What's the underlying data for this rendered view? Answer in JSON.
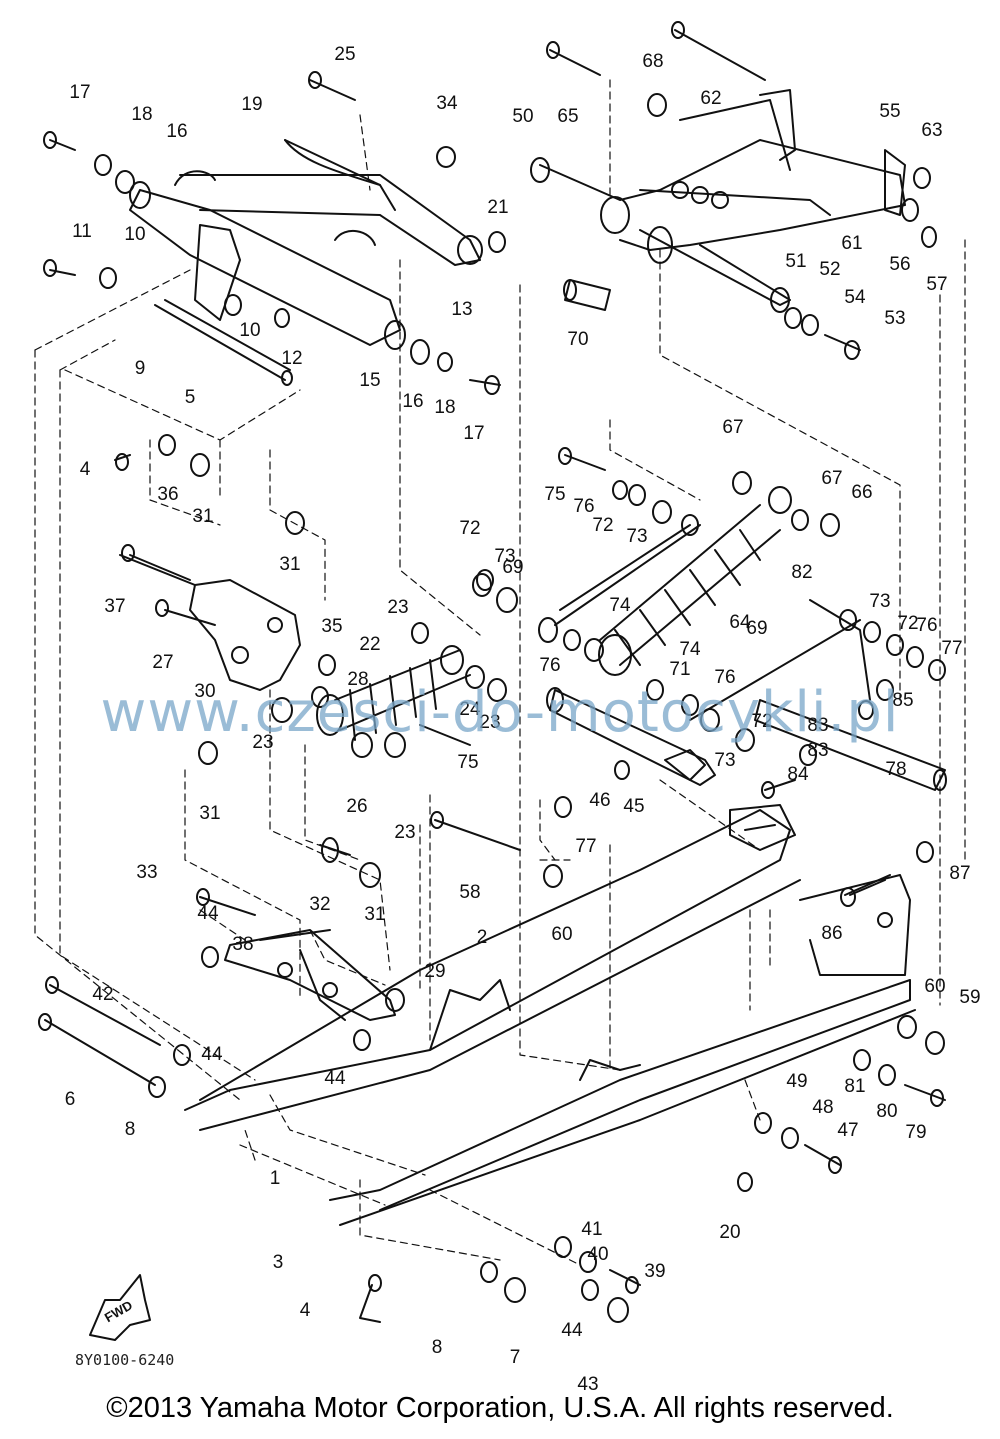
{
  "diagram": {
    "drawing_code": "8Y0100-6240",
    "fwd_label": "FWD",
    "watermark": "www.czesci-do-motocykli.pl",
    "copyright": "©2013 Yamaha Motor Corporation, U.S.A. All rights reserved.",
    "colors": {
      "ink": "#111111",
      "watermark": "#78a5c8",
      "background": "#ffffff"
    },
    "part_labels": [
      "17",
      "18",
      "16",
      "19",
      "25",
      "34",
      "11",
      "10",
      "10",
      "12",
      "9",
      "5",
      "15",
      "13",
      "16",
      "18",
      "17",
      "21",
      "4",
      "36",
      "31",
      "31",
      "37",
      "27",
      "30",
      "35",
      "28",
      "22",
      "23",
      "23",
      "24",
      "23",
      "26",
      "23",
      "75",
      "72",
      "73",
      "31",
      "32",
      "31",
      "33",
      "44",
      "38",
      "29",
      "42",
      "44",
      "6",
      "8",
      "44",
      "2",
      "1",
      "3",
      "4",
      "8",
      "7",
      "44",
      "43",
      "41",
      "40",
      "39",
      "20",
      "49",
      "48",
      "47",
      "80",
      "79",
      "81",
      "60",
      "59",
      "86",
      "87",
      "58",
      "60",
      "46",
      "45",
      "77",
      "84",
      "83",
      "83",
      "85",
      "78",
      "73",
      "72",
      "76",
      "77",
      "82",
      "69",
      "71",
      "74",
      "76",
      "72",
      "73",
      "74",
      "76",
      "69",
      "64",
      "75",
      "76",
      "72",
      "73",
      "67",
      "67",
      "66",
      "50",
      "65",
      "68",
      "62",
      "55",
      "63",
      "70",
      "51",
      "52",
      "54",
      "53",
      "61",
      "56",
      "57"
    ]
  }
}
